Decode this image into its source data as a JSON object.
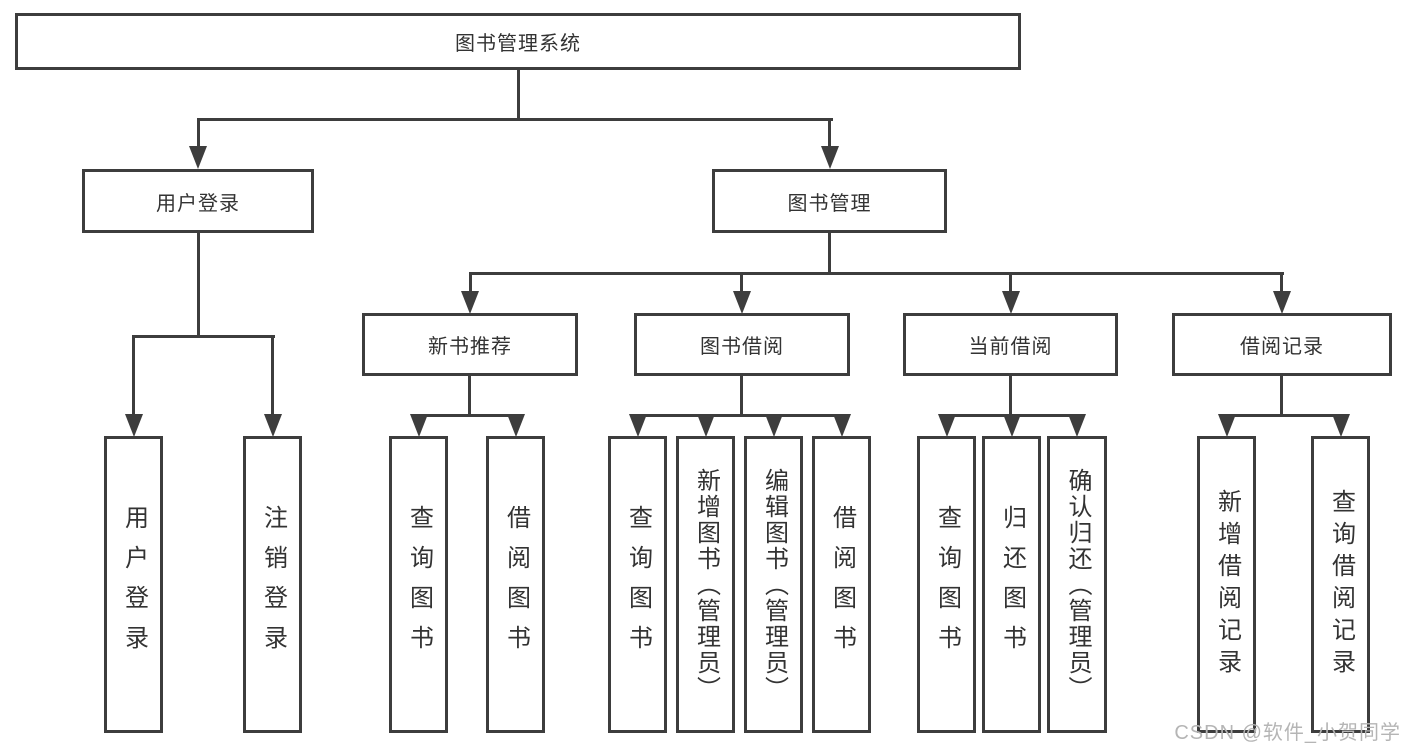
{
  "diagram": {
    "root": "图书管理系统",
    "level2": [
      {
        "label": "用户登录",
        "leaves": [
          "用户登录",
          "注销登录"
        ]
      },
      {
        "label": "图书管理",
        "level3": [
          {
            "label": "新书推荐",
            "leaves": [
              "查询图书",
              "借阅图书"
            ]
          },
          {
            "label": "图书借阅",
            "leaves": [
              "查询图书",
              "新增图书（管理员）",
              "编辑图书（管理员）",
              "借阅图书"
            ]
          },
          {
            "label": "当前借阅",
            "leaves": [
              "查询图书",
              "归还图书",
              "确认归还（管理员）"
            ]
          },
          {
            "label": "借阅记录",
            "leaves": [
              "新增借阅记录",
              "查询借阅记录"
            ]
          }
        ]
      }
    ],
    "watermark": "CSDN @软件_小贺同学",
    "colors": {
      "line": "#3d3d3d",
      "text": "#333333",
      "watermark": "#b5b5b5",
      "background": "#ffffff"
    }
  }
}
